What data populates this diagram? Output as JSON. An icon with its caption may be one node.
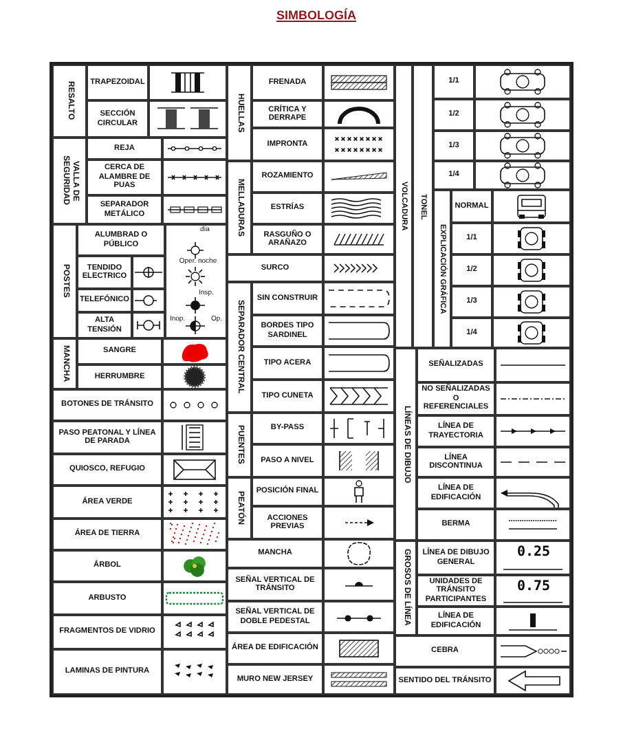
{
  "diagram": {
    "title": "SIMBOLOGÍA",
    "labels": [
      "RESALTO",
      "TRAPEZOIDAL",
      "SECCIÓN CIRCULAR",
      "VALLA DE SEGURIDAD",
      "REJA",
      "CERCA DE ALAMBRE DE PUAS",
      "SEPARADOR METÁLICO",
      "POSTES",
      "ALUMBRAD O PÚBLICO",
      "TENDIDO ELECTRICO",
      "TELEFÓNICO",
      "ALTA TENSIÓN",
      "día",
      "Oper. noche",
      "Insp.",
      "Inop.",
      "Op.",
      "MANCHA",
      "SANGRE",
      "HERRUMBRE",
      "BOTONES DE TRÁNSITO",
      "PASO PEATONAL Y LÍNEA DE PARADA",
      "QUIOSCO, REFUGIO",
      "ÁREA VERDE",
      "ÁREA DE TIERRA",
      "ÁRBOL",
      "ARBUSTO",
      "FRAGMENTOS DE VIDRIO",
      "LAMINAS DE PINTURA",
      "HUELLAS",
      "FRENADA",
      "CRÍTICA Y DERRAPE",
      "IMPRONTA",
      "MELLADURAS",
      "ROZAMIENTO",
      "ESTRÍAS",
      "RASGUÑO O ARAÑAZO",
      "SURCO",
      "SEPARADOR CENTRAL",
      "SIN CONSTRUIR",
      "BORDES TIPO SARDINEL",
      "TIPO ACERA",
      "TIPO CUNETA",
      "PUENTES",
      "BY-PASS",
      "PASO A NIVEL",
      "PEATÓN",
      "POSICIÓN FINAL",
      "ACCIONES PREVIAS",
      "MANCHA",
      "SEÑAL VERTICAL DE TRÁNSITO",
      "SEÑAL VERTICAL DE DOBLE PEDESTAL",
      "ÁREA DE EDIFICACIÓN",
      "MURO NEW JERSEY",
      "VOLCADURA",
      "TONEL",
      "1/1",
      "1/2",
      "1/3",
      "1/4",
      "EXPLICACIÓN GRÁFICA",
      "NORMAL",
      "1/1",
      "1/2",
      "1/3",
      "1/4",
      "LÍNEAS DE DIBUJO",
      "SEÑALIZADAS",
      "NO SEÑALIZADAS O REFERENCIALES",
      "LÍNEA DE TRAYECTORIA",
      "LÍNEA DISCONTINUA",
      "LÍNEA DE EDIFICACIÓN",
      "BERMA",
      "GROSOS DE LÍNEA",
      "LÍNEA DE DIBUJO GENERAL",
      "0.25",
      "UNIDADES DE TRÁNSITO PARTICIPANTES",
      "0.75",
      "LÍNEA DE EDIFICACIÓN",
      "CEBRA",
      "SENTIDO DEL TRÁNSITO"
    ]
  }
}
